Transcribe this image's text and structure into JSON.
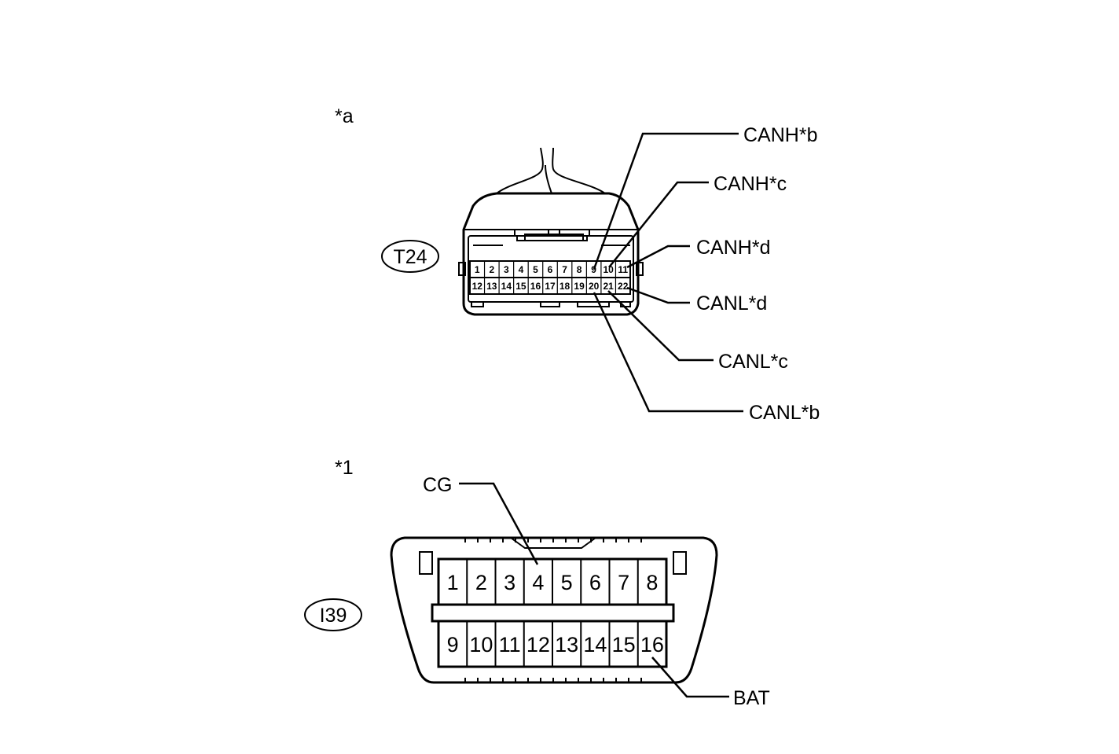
{
  "connector_a": {
    "note": "*a",
    "code": "T24",
    "pins_top": [
      "1",
      "2",
      "3",
      "4",
      "5",
      "6",
      "7",
      "8",
      "9",
      "10",
      "11"
    ],
    "pins_bottom": [
      "12",
      "13",
      "14",
      "15",
      "16",
      "17",
      "18",
      "19",
      "20",
      "21",
      "22"
    ],
    "labels": {
      "canh_b": "CANH*b",
      "canh_c": "CANH*c",
      "canh_d": "CANH*d",
      "canl_d": "CANL*d",
      "canl_c": "CANL*c",
      "canl_b": "CANL*b"
    }
  },
  "connector_1": {
    "note": "*1",
    "code": "I39",
    "pins_top": [
      "1",
      "2",
      "3",
      "4",
      "5",
      "6",
      "7",
      "8"
    ],
    "pins_bottom": [
      "9",
      "10",
      "11",
      "12",
      "13",
      "14",
      "15",
      "16"
    ],
    "labels": {
      "cg": "CG",
      "bat": "BAT"
    }
  }
}
